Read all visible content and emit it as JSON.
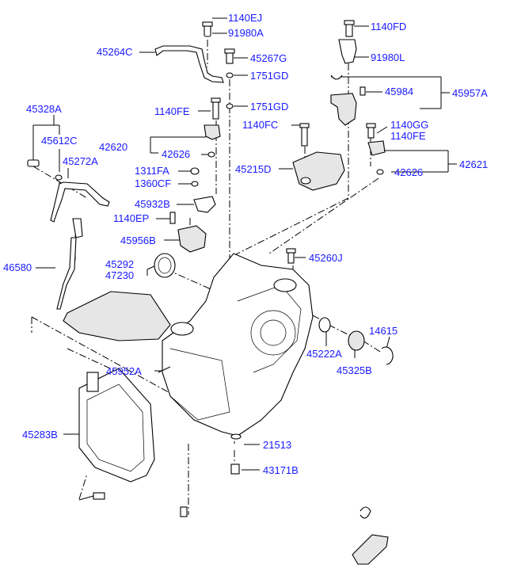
{
  "diagram": {
    "labels": [
      "1140EJ",
      "91980A",
      "45264C",
      "45267G",
      "1751GD",
      "1751GD",
      "1140FE",
      "1140FD",
      "91980L",
      "45984",
      "45957A",
      "45328A",
      "45612C",
      "1140FC",
      "1140GG",
      "1140FE",
      "42620",
      "42626",
      "45272A",
      "45215D",
      "42621",
      "42626",
      "1311FA",
      "1360CF",
      "45932B",
      "1140EP",
      "45956B",
      "46580",
      "45292",
      "47230",
      "45260J",
      "14615",
      "45222A",
      "45325B",
      "45952A",
      "45283B",
      "21513",
      "43171B"
    ]
  },
  "colors": {
    "label": "#1a1aff",
    "line": "#000000"
  }
}
